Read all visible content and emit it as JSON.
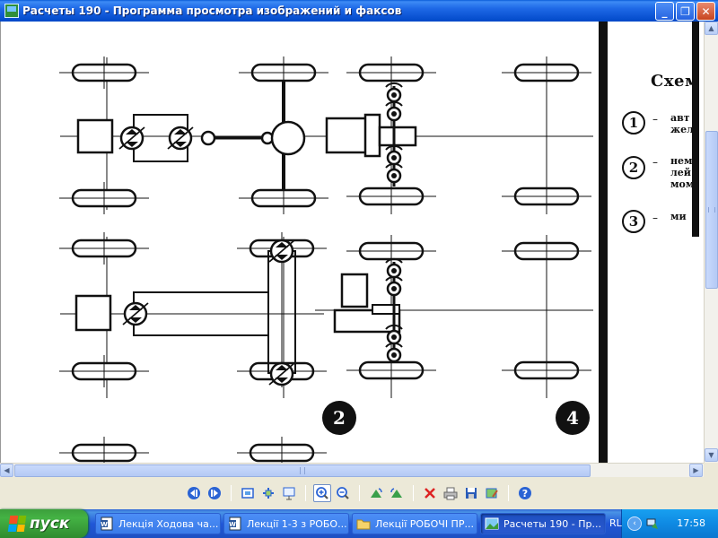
{
  "window": {
    "title": "Расчеты 190 - Программа просмотра изображений и факсов",
    "buttons": {
      "minimize": "_",
      "maximize": "❐",
      "close": "✕"
    }
  },
  "document": {
    "heading": "Схем",
    "badges": [
      "2",
      "4"
    ],
    "items": [
      {
        "num": "1",
        "dash": "–",
        "lines": [
          "авт",
          "жел"
        ]
      },
      {
        "num": "2",
        "dash": "–",
        "lines": [
          "нем",
          "лей",
          "мом"
        ]
      },
      {
        "num": "3",
        "dash": "–",
        "lines": [
          "ми"
        ]
      }
    ]
  },
  "toolbar": {
    "icons": [
      "prev-image-icon",
      "next-image-icon",
      "best-fit-icon",
      "actual-size-icon",
      "slideshow-icon",
      "zoom-in-icon",
      "zoom-out-icon",
      "rotate-clockwise-icon",
      "rotate-counterclockwise-icon",
      "delete-icon",
      "print-icon",
      "save-icon",
      "edit-icon",
      "help-icon"
    ]
  },
  "taskbar": {
    "start_label": "пуск",
    "tasks": [
      {
        "label": "Лекція Ходова ча...",
        "icon": "word-doc-icon"
      },
      {
        "label": "Лекції 1-3 з РОБО...",
        "icon": "word-doc-icon"
      },
      {
        "label": "Лекції РОБОЧІ ПР...",
        "icon": "folder-icon"
      },
      {
        "label": "Расчеты 190 - Пр...",
        "icon": "image-viewer-icon"
      }
    ],
    "language": "RL",
    "clock": "17:58"
  },
  "colors": {
    "title_bar": "#1E68E6",
    "taskbar": "#2157D7",
    "start_button": "#3C9F3C",
    "tray": "#0F8AE3"
  }
}
